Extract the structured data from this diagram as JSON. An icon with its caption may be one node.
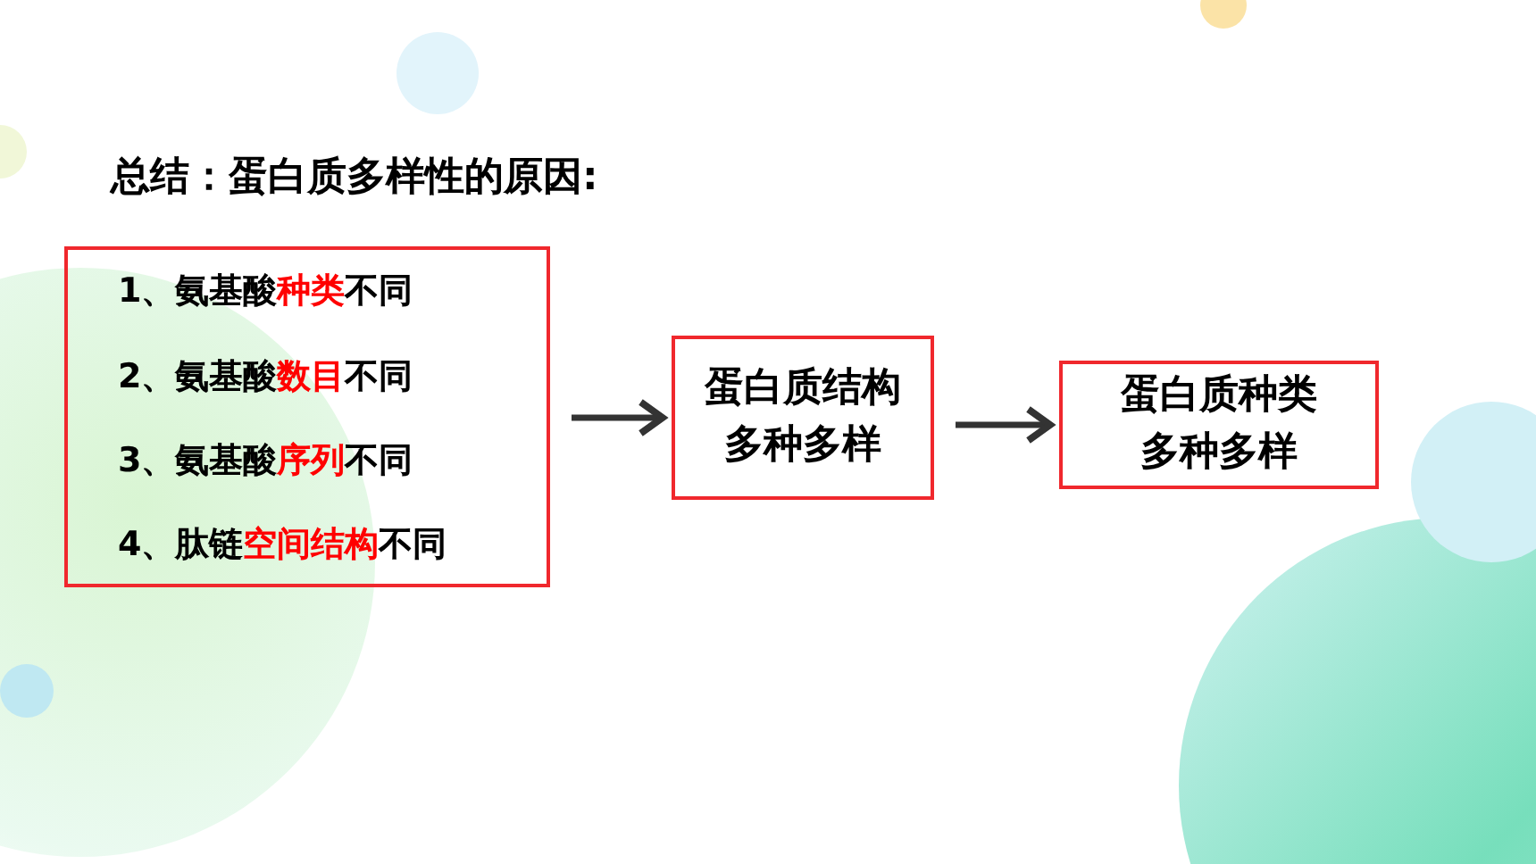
{
  "diagram": {
    "title": "总结：蛋白质多样性的原因:",
    "nodes": [
      {
        "text": [
          "1、氨基酸**种类**不同",
          "2、氨基酸**数目**不同",
          "3、氨基酸**序列**不同",
          "4、肽链**空间结构**不同"
        ]
      },
      {
        "text": [
          "蛋白质结构多种多样"
        ]
      },
      {
        "text": [
          "蛋白质种类多种多样"
        ]
      }
    ],
    "edges": [
      {
        "from": 0,
        "to": 1,
        "arrow": "to"
      },
      {
        "from": 1,
        "to": 2,
        "arrow": "to"
      }
    ]
  }
}
